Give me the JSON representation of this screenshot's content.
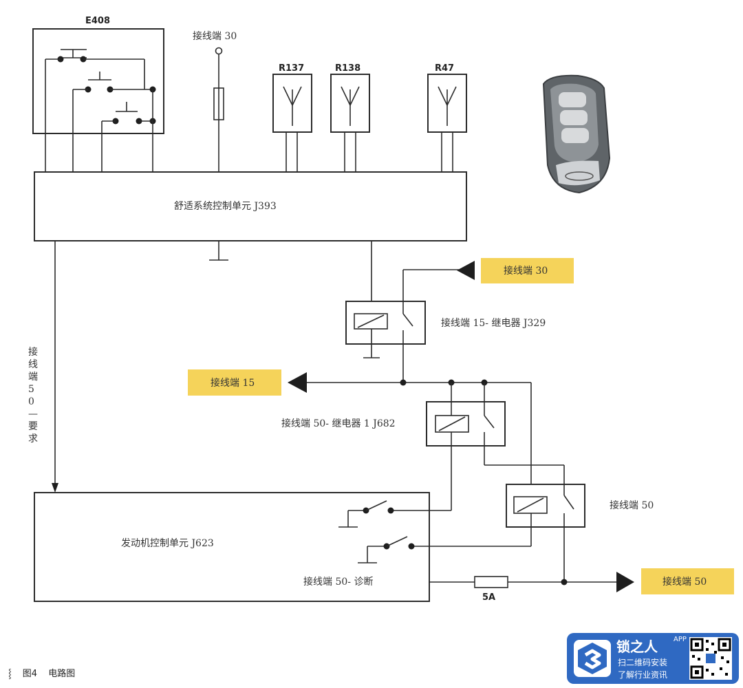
{
  "e408": "E408",
  "terminal30_top": "接线端 30",
  "r137": "R137",
  "r138": "R138",
  "r47": "R47",
  "j393": "舒适系统控制单元 J393",
  "tag_30": "接线端 30",
  "relay_j329": "接线端 15- 继电器 J329",
  "tag_15": "接线端 15",
  "relay_j682": "接线端 50- 继电器 1 J682",
  "vertical_request": "接线端50—要求",
  "j623": "发动机控制单元 J623",
  "terminal50_relay": "接线端 50",
  "diag_50": "接线端 50- 诊断",
  "fuse_5a": "5A",
  "tag_50": "接线端 50",
  "caption": {
    "mark": "⸾",
    "figure": "图4",
    "title": "电路图"
  },
  "watermark": {
    "name": "锁之人",
    "app": "APP",
    "line1": "扫二维码安装",
    "line2": "了解行业资讯"
  },
  "colors": {
    "tag": "#f5d35a",
    "line": "#2b2b2b",
    "watermark": "#2f69c2"
  }
}
